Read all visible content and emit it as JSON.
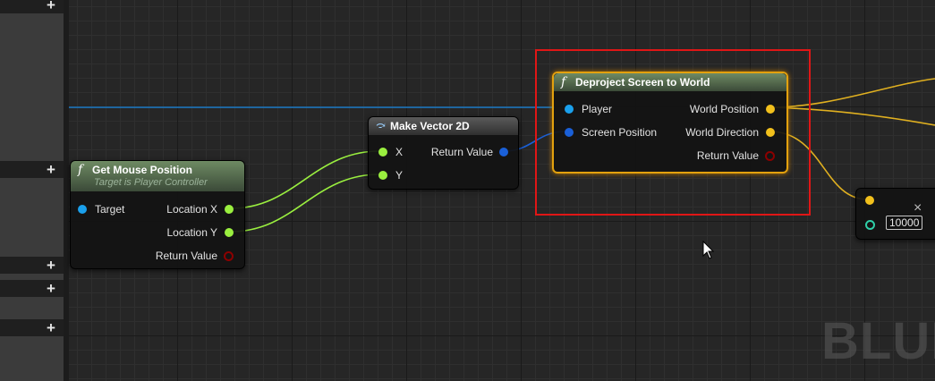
{
  "left_panel": {
    "add_labels": [
      "+",
      "+",
      "+",
      "+",
      "+"
    ]
  },
  "nodes": {
    "get_mouse_position": {
      "title": "Get Mouse Position",
      "subtitle": "Target is Player Controller",
      "icon": "function-icon",
      "inputs": [
        "Target"
      ],
      "outputs": [
        "Location X",
        "Location Y",
        "Return Value"
      ]
    },
    "make_vector_2d": {
      "title": "Make Vector 2D",
      "icon": "make-struct-icon",
      "inputs": [
        "X",
        "Y"
      ],
      "outputs": [
        "Return Value"
      ]
    },
    "deproject": {
      "title": "Deproject Screen to World",
      "icon": "function-icon",
      "inputs": [
        "Player",
        "Screen Position"
      ],
      "outputs": [
        "World Position",
        "World Direction",
        "Return Value"
      ]
    },
    "multiply": {
      "value": "10000",
      "close_label": "×"
    }
  },
  "watermark": "BLUE",
  "colors": {
    "float_pin": "#9aef3f",
    "object_pin": "#1aa0ec",
    "struct_vector2d": "#1a60d8",
    "vector_pin": "#f2c01c",
    "bool_pin": "#8c0000",
    "exec_wire": "#1e7cc7",
    "highlight": "#e01616"
  }
}
